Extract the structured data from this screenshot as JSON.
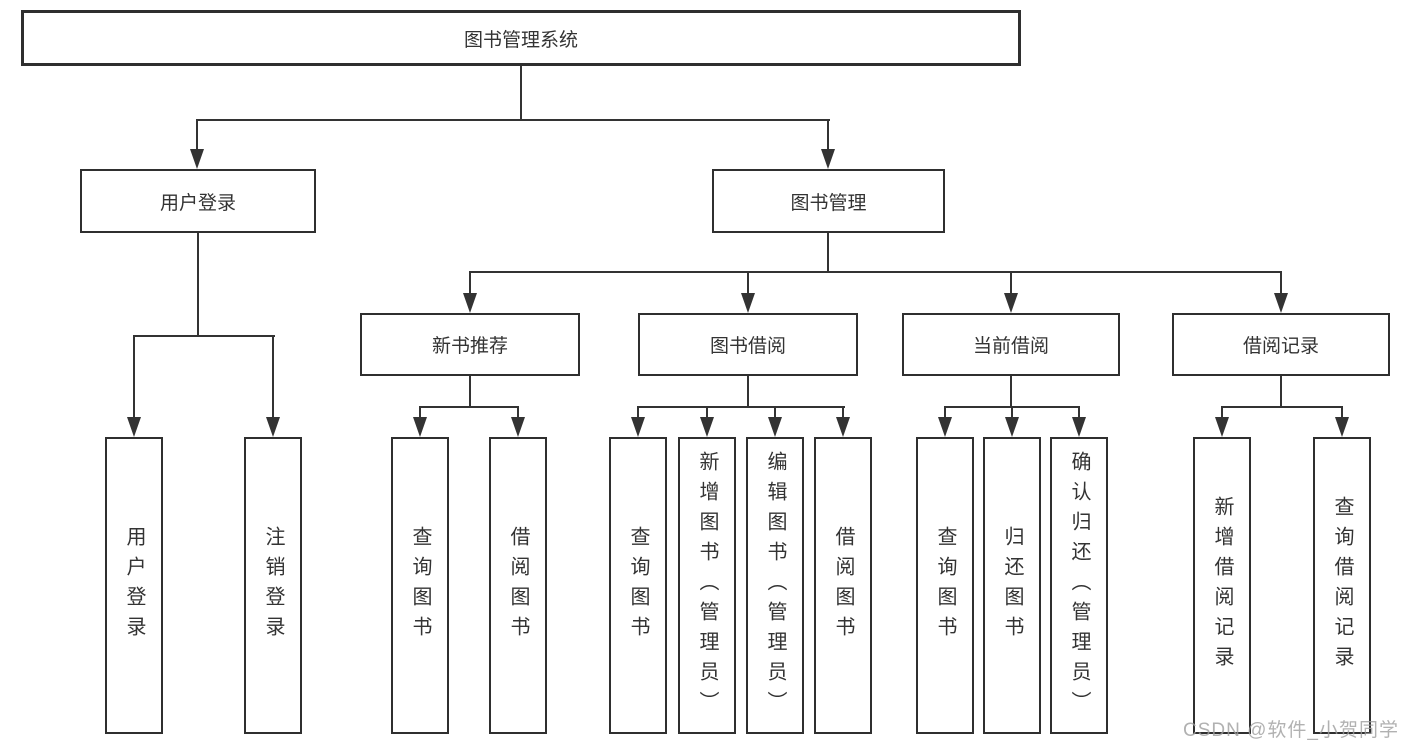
{
  "diagram": {
    "root": {
      "label": "图书管理系统"
    },
    "level2": [
      {
        "label": "用户登录",
        "children": [
          {
            "label": "用户登录"
          },
          {
            "label": "注销登录"
          }
        ]
      },
      {
        "label": "图书管理",
        "children": [
          {
            "label": "新书推荐",
            "children": [
              {
                "label": "查询图书"
              },
              {
                "label": "借阅图书"
              }
            ]
          },
          {
            "label": "图书借阅",
            "children": [
              {
                "label": "查询图书"
              },
              {
                "label": "新增图书（管理员）"
              },
              {
                "label": "编辑图书（管理员）"
              },
              {
                "label": "借阅图书"
              }
            ]
          },
          {
            "label": "当前借阅",
            "children": [
              {
                "label": "查询图书"
              },
              {
                "label": "归还图书"
              },
              {
                "label": "确认归还（管理员）"
              }
            ]
          },
          {
            "label": "借阅记录",
            "children": [
              {
                "label": "新增借阅记录"
              },
              {
                "label": "查询借阅记录"
              }
            ]
          }
        ]
      }
    ],
    "colors": {
      "line": "#333333",
      "box_fill": "#ffffff",
      "text": "#333333",
      "watermark": "#9e9e9e"
    }
  },
  "watermark": {
    "text": "CSDN @软件_小贺同学"
  }
}
